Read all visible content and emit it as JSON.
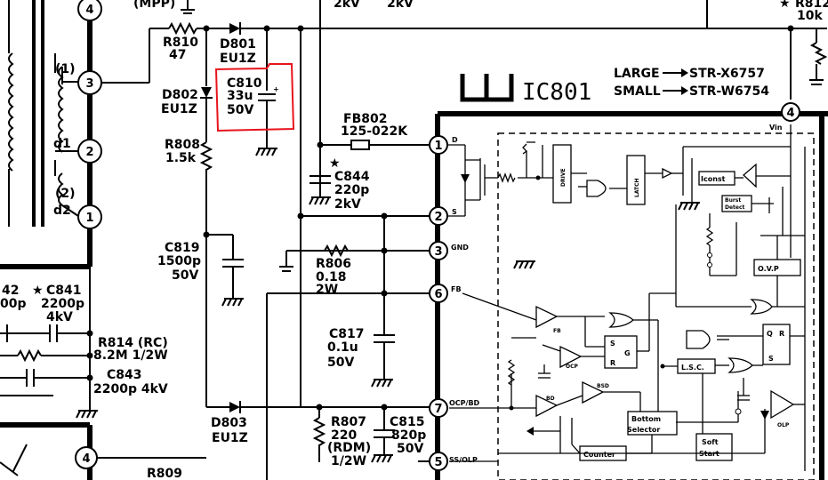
{
  "ic": {
    "name": "IC801",
    "variant_large": "LARGE",
    "part_large": "STR-X6757",
    "variant_small": "SMALL",
    "part_small": "STR-W6754"
  },
  "pins": {
    "vin": "Vin",
    "d": "D",
    "s": "S",
    "gnd": "GND",
    "fb": "FB",
    "ocp_bd": "OCP/BD",
    "ss_olp": "SS/OLP"
  },
  "pin_numbers": {
    "p1": "1",
    "p2": "2",
    "p3": "3",
    "p4": "4",
    "p5": "5",
    "p6": "6",
    "p7": "7"
  },
  "transformer_pins": {
    "t4": "4",
    "t3": "3",
    "t2": "2",
    "t1": "1",
    "t4b": "4"
  },
  "transformer_labels": {
    "w1": "(1)",
    "w2": "(2)",
    "d1": "d1",
    "d2": "d2",
    "mpp": "(MPP)"
  },
  "components": {
    "r810": {
      "ref": "R810",
      "value": "47"
    },
    "d801": {
      "ref": "D801",
      "value": "EU1Z"
    },
    "c810": {
      "ref": "C810",
      "value": "33u",
      "rating": "50V",
      "polarity": "+"
    },
    "d802": {
      "ref": "D802",
      "value": "EU1Z"
    },
    "r808": {
      "ref": "R808",
      "value": "1.5k"
    },
    "fb802": {
      "ref": "FB802",
      "value": "125-022K"
    },
    "c844": {
      "ref": "C844",
      "value": "220p",
      "rating": "2kV",
      "mark": "★"
    },
    "c819": {
      "ref": "C819",
      "value": "1500p",
      "rating": "50V"
    },
    "r806": {
      "ref": "R806",
      "value": "0.18",
      "rating": "2W"
    },
    "c817": {
      "ref": "C817",
      "value": "0.1u",
      "rating": "50V"
    },
    "d803": {
      "ref": "D803",
      "value": "EU1Z"
    },
    "r807": {
      "ref": "R807",
      "value": "220",
      "note": "(RDM)",
      "rating": "1/2W"
    },
    "c815": {
      "ref": "C815",
      "value": "820p",
      "rating": "50V"
    },
    "c841": {
      "ref": "C841",
      "value": "2200p",
      "rating": "4kV",
      "mark": "★"
    },
    "c842": {
      "value": "42",
      "sub": "00p"
    },
    "r814": {
      "ref": "R814 (RC)",
      "value": "8.2M 1/2W"
    },
    "c843": {
      "ref": "C843",
      "value": "2200p 4kV"
    },
    "r809": {
      "ref": "R809"
    },
    "r812": {
      "ref": "R812",
      "value": "10k",
      "mark": "★"
    },
    "top_2kv_a": "2kV",
    "top_2kv_b": "2kV"
  },
  "blocks": {
    "drive": "DRIVE",
    "latch": "LATCH",
    "iconst": "Iconst",
    "burst": "Burst",
    "burst2": "Detect",
    "ovp": "O.V.P",
    "fb": "FB",
    "ocp": "OCP",
    "bd": "BD",
    "bsd": "BSD",
    "s": "S",
    "g": "G",
    "r": "R",
    "lsc": "L.S.C.",
    "q": "Q",
    "r2": "R",
    "s2": "S",
    "bottom": "Bottom",
    "selector": "Selector",
    "counter": "Counter",
    "soft": "Soft",
    "start": "Start",
    "olp": "OLP"
  },
  "highlight_color": "#e8141c"
}
